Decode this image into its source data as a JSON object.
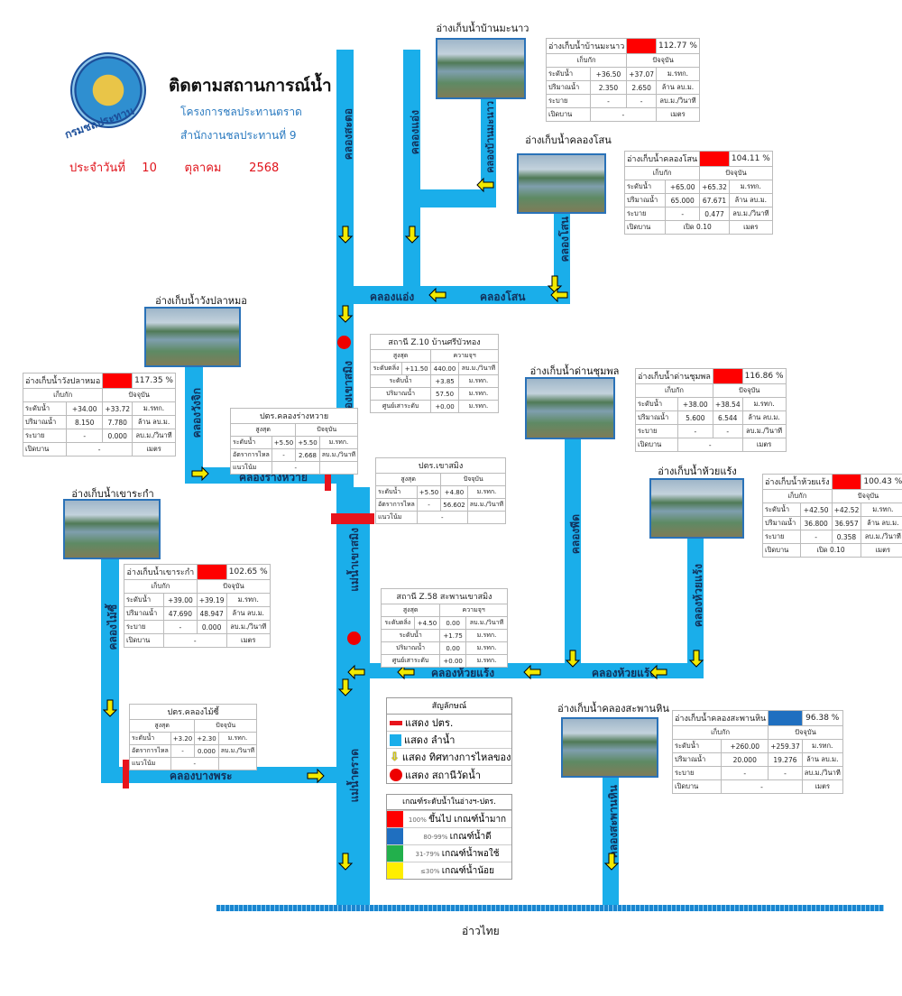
{
  "header": {
    "title": "ติดตามสถานการณ์น้ำ",
    "project": "โครงการชลประทานตราด",
    "office": "สำนักงานชลประทานที่ 9",
    "date_prefix": "ประจำวันที่",
    "day": "10",
    "month": "ตุลาคม",
    "year": "2568",
    "logo_text": "กรมชลประทาน"
  },
  "colors": {
    "river": "#1aaeea",
    "gate": "#e8141c",
    "station": "#e00000",
    "over100": "#ff0000",
    "80_99": "#1f6fc0",
    "31_79": "#22b04c",
    "under30": "#ffee00"
  },
  "reservoirs": [
    {
      "id": "banmanao",
      "name": "อ่างเก็บน้ำบ้านมะนาว",
      "pct": "112.77",
      "color": "#ff0000",
      "hdr_store": "เก็บกัก",
      "hdr_now": "ปัจจุบัน",
      "rows": [
        [
          "ระดับน้ำ",
          "+36.50",
          "+37.07",
          "ม.รทก."
        ],
        [
          "ปริมาณน้ำ",
          "2.350",
          "2.650",
          "ล้าน ลบ.ม."
        ],
        [
          "ระบาย",
          "-",
          "-",
          "ลบ.ม./วินาที"
        ]
      ],
      "gate": [
        "เปิดบาน",
        "-",
        "เมตร"
      ]
    },
    {
      "id": "khlongsano",
      "name": "อ่างเก็บน้ำคลองโสน",
      "pct": "104.11",
      "color": "#ff0000",
      "hdr_store": "เก็บกัก",
      "hdr_now": "ปัจจุบัน",
      "rows": [
        [
          "ระดับน้ำ",
          "+65.00",
          "+65.32",
          "ม.รทก."
        ],
        [
          "ปริมาณน้ำ",
          "65.000",
          "67.671",
          "ล้าน ลบ.ม."
        ],
        [
          "ระบาย",
          "-",
          "0.477",
          "ลบ.ม./วินาที"
        ]
      ],
      "gate": [
        "เปิดบาน",
        "เปิด 0.10",
        "เมตร"
      ]
    },
    {
      "id": "wangplamo",
      "name": "อ่างเก็บน้ำวังปลาหมอ",
      "pct": "117.35",
      "color": "#ff0000",
      "hdr_store": "เก็บกัก",
      "hdr_now": "ปัจจุบัน",
      "rows": [
        [
          "ระดับน้ำ",
          "+34.00",
          "+33.72",
          "ม.รทก."
        ],
        [
          "ปริมาณน้ำ",
          "8.150",
          "7.780",
          "ล้าน ลบ.ม."
        ],
        [
          "ระบาย",
          "-",
          "0.000",
          "ลบ.ม./วินาที"
        ]
      ],
      "gate": [
        "เปิดบาน",
        "-",
        "เมตร"
      ]
    },
    {
      "id": "khaorakam",
      "name": "อ่างเก็บน้ำเขาระกำ",
      "pct": "102.65",
      "color": "#ff0000",
      "hdr_store": "เก็บกัก",
      "hdr_now": "ปัจจุบัน",
      "rows": [
        [
          "ระดับน้ำ",
          "+39.00",
          "+39.19",
          "ม.รทก."
        ],
        [
          "ปริมาณน้ำ",
          "47.690",
          "48.947",
          "ล้าน ลบ.ม."
        ],
        [
          "ระบาย",
          "-",
          "0.000",
          "ลบ.ม./วินาที"
        ]
      ],
      "gate": [
        "เปิดบาน",
        "-",
        "เมตร"
      ]
    },
    {
      "id": "danchumphon",
      "name": "อ่างเก็บน้ำด่านชุมพล",
      "pct": "116.86",
      "color": "#ff0000",
      "hdr_store": "เก็บกัก",
      "hdr_now": "ปัจจุบัน",
      "rows": [
        [
          "ระดับน้ำ",
          "+38.00",
          "+38.54",
          "ม.รทก."
        ],
        [
          "ปริมาณน้ำ",
          "5.600",
          "6.544",
          "ล้าน ลบ.ม."
        ],
        [
          "ระบาย",
          "-",
          "-",
          "ลบ.ม./วินาที"
        ]
      ],
      "gate": [
        "เปิดบาน",
        "-",
        "เมตร"
      ]
    },
    {
      "id": "huairaeng",
      "name": "อ่างเก็บน้ำห้วยแร้ง",
      "pct": "100.43",
      "color": "#ff0000",
      "hdr_store": "เก็บกัก",
      "hdr_now": "ปัจจุบัน",
      "rows": [
        [
          "ระดับน้ำ",
          "+42.50",
          "+42.52",
          "ม.รทก."
        ],
        [
          "ปริมาณน้ำ",
          "36.800",
          "36.957",
          "ล้าน ลบ.ม."
        ],
        [
          "ระบาย",
          "-",
          "0.358",
          "ลบ.ม./วินาที"
        ]
      ],
      "gate": [
        "เปิดบาน",
        "เปิด 0.10",
        "เมตร"
      ]
    },
    {
      "id": "saphanhin",
      "name": "อ่างเก็บน้ำคลองสะพานหิน",
      "pct": "96.38",
      "color": "#1f6fc0",
      "hdr_store": "เก็บกัก",
      "hdr_now": "ปัจจุบัน",
      "rows": [
        [
          "ระดับน้ำ",
          "+260.00",
          "+259.37",
          "ม.รทก."
        ],
        [
          "ปริมาณน้ำ",
          "20.000",
          "19.276",
          "ล้าน ลบ.ม."
        ],
        [
          "ระบาย",
          "-",
          "-",
          "ลบ.ม./วินาที"
        ]
      ],
      "gate": [
        "เปิดบาน",
        "-",
        "เมตร"
      ]
    }
  ],
  "gates": [
    {
      "id": "rangwai",
      "title": "ปตร.คลองร่างหวาย",
      "hdr_max": "สูงสุด",
      "hdr_now": "ปัจจุบัน",
      "rows": [
        [
          "ระดับน้ำ",
          "+5.50",
          "+5.50",
          "ม.รทก."
        ],
        [
          "อัตราการไหล",
          "-",
          "2.668",
          "ลบ.ม./วินาที"
        ]
      ],
      "trend": [
        "แนวโน้ม",
        "-"
      ]
    },
    {
      "id": "khaosaming",
      "title": "ปตร.เขาสมิง",
      "hdr_max": "สูงสุด",
      "hdr_now": "ปัจจุบัน",
      "rows": [
        [
          "ระดับน้ำ",
          "+5.50",
          "+4.80",
          "ม.รทก."
        ],
        [
          "อัตราการไหล",
          "-",
          "56.602",
          "ลบ.ม./วินาที"
        ]
      ],
      "trend": [
        "แนวโน้ม",
        "-"
      ]
    },
    {
      "id": "maisi",
      "title": "ปตร.คลองไม้ซี้",
      "hdr_max": "สูงสุด",
      "hdr_now": "ปัจจุบัน",
      "rows": [
        [
          "ระดับน้ำ",
          "+3.20",
          "+2.30",
          "ม.รทก."
        ],
        [
          "อัตราการไหล",
          "-",
          "0.000",
          "ลบ.ม./วินาที"
        ]
      ],
      "trend": [
        "แนวโน้ม",
        "-"
      ]
    }
  ],
  "stations": [
    {
      "id": "z10",
      "title": "สถานี Z.10 บ้านศรีบัวทอง",
      "hdr_max": "สูงสุด",
      "hdr_cap": "ความจุฯ",
      "bank": [
        "ระดับตลิ่ง",
        "+11.50",
        "440.00",
        "ลบ.ม./วินาที"
      ],
      "rows": [
        [
          "ระดับน้ำ",
          "+3.85",
          "ม.รทก."
        ],
        [
          "ปริมาณน้ำ",
          "57.50",
          "ม.รทก."
        ],
        [
          "ศูนย์เสาระดับ",
          "+0.00",
          "ม.รทก."
        ]
      ]
    },
    {
      "id": "z58",
      "title": "สถานี Z.58 สะพานเขาสมิง",
      "hdr_max": "สูงสุด",
      "hdr_cap": "ความจุฯ",
      "bank": [
        "ระดับตลิ่ง",
        "+4.50",
        "0.00",
        "ลบ.ม./วินาที"
      ],
      "rows": [
        [
          "ระดับน้ำ",
          "+1.75",
          "ม.รทก."
        ],
        [
          "ปริมาณน้ำ",
          "0.00",
          "ม.รทก."
        ],
        [
          "ศูนย์เสาระดับ",
          "+0.00",
          "ม.รทก."
        ]
      ]
    }
  ],
  "rivers": {
    "satho": "คลองสะตอ",
    "aeng_v": "คลองแอ่ง",
    "banmanao": "คลองบ้านมะนาว",
    "sano_v": "คลองโสน",
    "aeng_h": "คลองแอ่ง",
    "sano_h": "คลองโสน",
    "wangchik": "คลองวังจิก",
    "khaosaming": "คลองเขาสมิง",
    "rangwai": "คลองร่างหวาย",
    "mae_khaosaming": "แม่น้ำเขาสมิง",
    "phit": "คลองพีด",
    "huairaeng_v": "คลองห้วยแร้ง",
    "huairaeng_h1": "คลองห้วยแร้ง",
    "huairaeng_h2": "คลองห้วยแร้ง",
    "maisi": "คลองไม้ซี้",
    "bangphra": "คลองบางพระ",
    "trat": "แม่น้ำตราด",
    "saphanhin": "คลองสะพานหิน",
    "sea": "อ่าวไทย"
  },
  "legend": {
    "title": "สัญลักษณ์",
    "items": [
      "แสดง ปตร.",
      "แสดง ลำน้ำ",
      "แสดง ทิศทางการไหลของน้ำ",
      "แสดง สถานีวัดน้ำ"
    ]
  },
  "criteria": {
    "title": "เกณฑ์ระดับน้ำในอ่างฯ-ปตร.",
    "items": [
      {
        "range": "100%",
        "label": "ขึ้นไป เกณฑ์น้ำมาก",
        "color": "#ff0000"
      },
      {
        "range": "80-99%",
        "label": "เกณฑ์น้ำดี",
        "color": "#1f6fc0"
      },
      {
        "range": "31-79%",
        "label": "เกณฑ์น้ำพอใช้",
        "color": "#22b04c"
      },
      {
        "range": "≤30%",
        "label": "เกณฑ์น้ำน้อย",
        "color": "#ffee00"
      }
    ]
  }
}
